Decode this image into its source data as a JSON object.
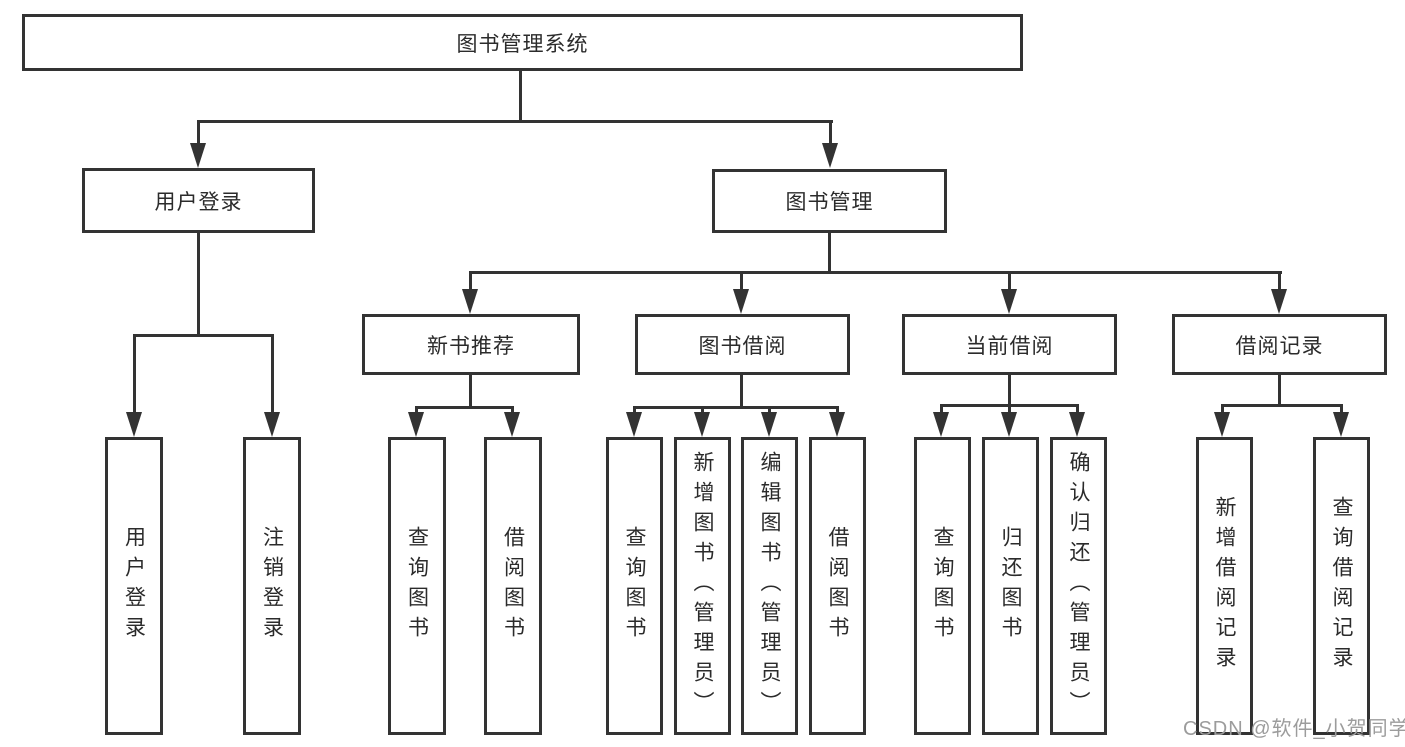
{
  "diagram": {
    "root": "图书管理系统",
    "branches": [
      {
        "label": "用户登录",
        "leaves": [
          "用户登录",
          "注销登录"
        ]
      },
      {
        "label": "图书管理",
        "sections": [
          {
            "label": "新书推荐",
            "leaves": [
              "查询图书",
              "借阅图书"
            ]
          },
          {
            "label": "图书借阅",
            "leaves": [
              "查询图书",
              "新增图书（管理员）",
              "编辑图书（管理员）",
              "借阅图书"
            ]
          },
          {
            "label": "当前借阅",
            "leaves": [
              "查询图书",
              "归还图书",
              "确认归还（管理员）"
            ]
          },
          {
            "label": "借阅记录",
            "leaves": [
              "新增借阅记录",
              "查询借阅记录"
            ]
          }
        ]
      }
    ]
  },
  "watermark": {
    "text": "CSDN @软件_小贺同学"
  },
  "colors": {
    "line": "#333333",
    "text": "#2b2b2b",
    "watermark": "#9c9c9c",
    "background": "#ffffff"
  }
}
